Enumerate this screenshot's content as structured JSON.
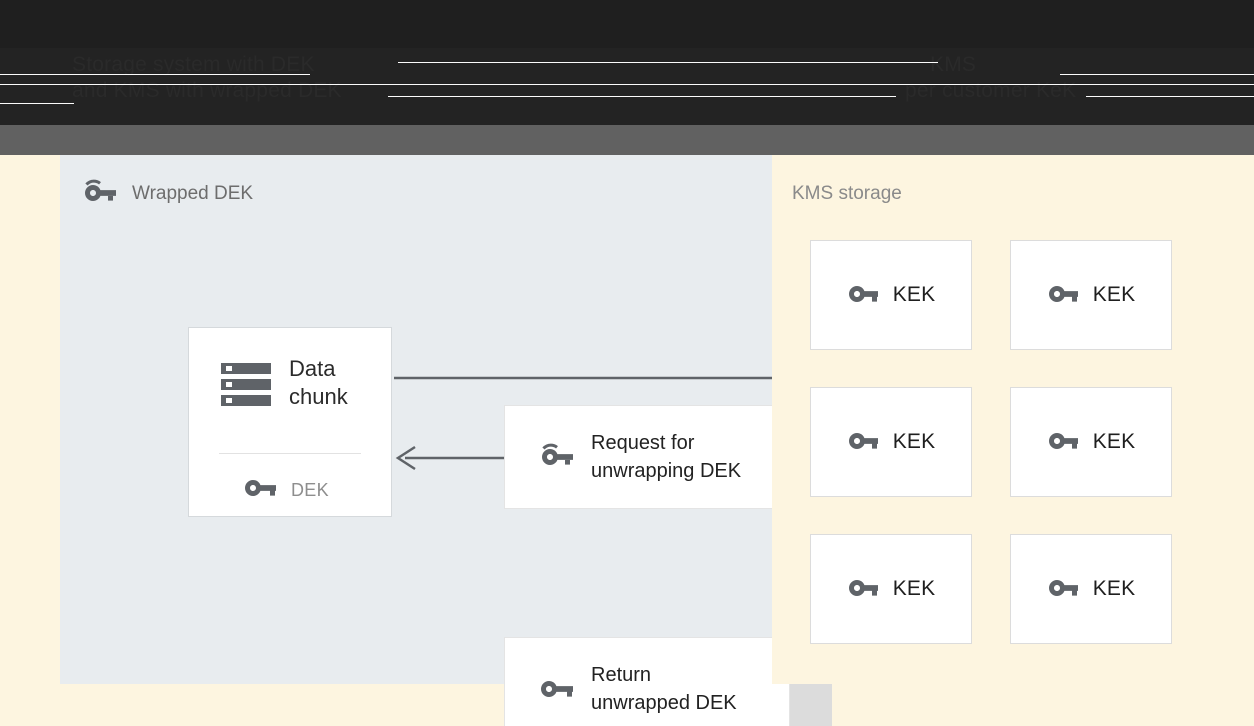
{
  "window": {
    "header_line_1": "Storage system with DEK",
    "header_line_2": "and KMS with wrapped DEK",
    "header_right_line_1": "KMS",
    "header_right_line_2": "per customer KeK"
  },
  "left_panel": {
    "title": "Wrapped DEK",
    "title_icon": "wrapped-key-icon",
    "background_color": "#e8ecef",
    "data_chunk_card": {
      "icon": "storage-chunk-icon",
      "label": "Data\nchunk",
      "key_icon": "key-icon",
      "key_label": "DEK"
    },
    "messages": [
      {
        "icon": "wrapped-key-icon",
        "label": "Request for\nunwrapping DEK",
        "direction": "right"
      },
      {
        "icon": "key-icon",
        "label": "Return\nunwrapped DEK",
        "direction": "left"
      }
    ]
  },
  "right_panel": {
    "title": "KMS storage",
    "background_color": "#fdf5e0",
    "keys": [
      {
        "icon": "key-icon",
        "label": "KEK"
      },
      {
        "icon": "key-icon",
        "label": "KEK"
      },
      {
        "icon": "key-icon",
        "label": "KEK"
      },
      {
        "icon": "key-icon",
        "label": "KEK"
      },
      {
        "icon": "key-icon",
        "label": "KEK"
      },
      {
        "icon": "key-icon",
        "label": "KEK"
      }
    ]
  },
  "colors": {
    "panel_left": "#e8ecef",
    "panel_right": "#fdf5e0",
    "card": "#ffffff",
    "card_shadow_strip": "#dcdcdc",
    "icon_gray": "#5f6368",
    "arrow": "#5f6368",
    "header_dark": "#1f1f1f",
    "header_gray": "#616161"
  }
}
